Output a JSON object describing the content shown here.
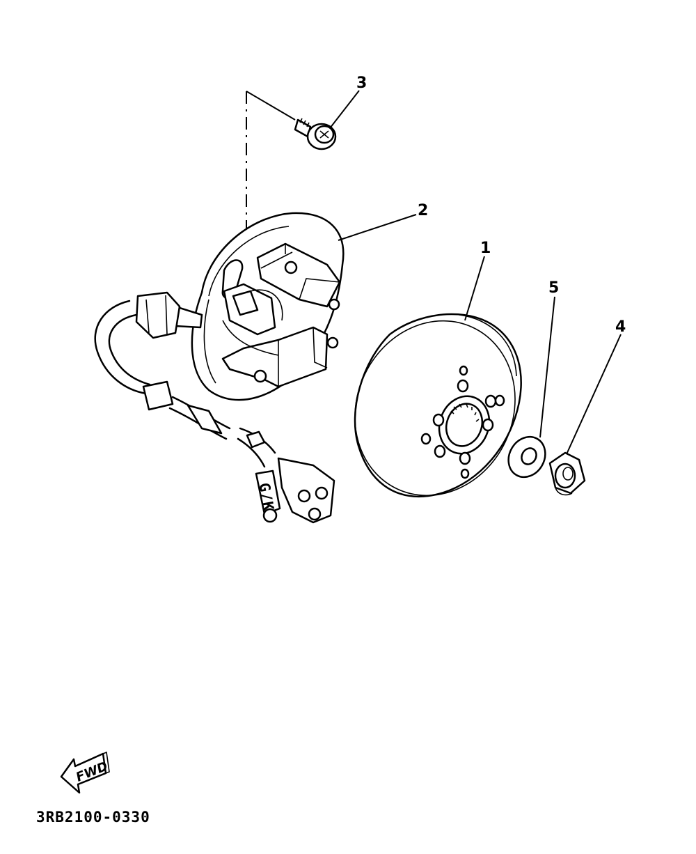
{
  "callouts": {
    "c1": "1",
    "c2": "2",
    "c3": "3",
    "c4": "4",
    "c5": "5"
  },
  "forward_label": "FWD",
  "wire_tag": "G/K",
  "diagram_code": "3RB2100-0330"
}
